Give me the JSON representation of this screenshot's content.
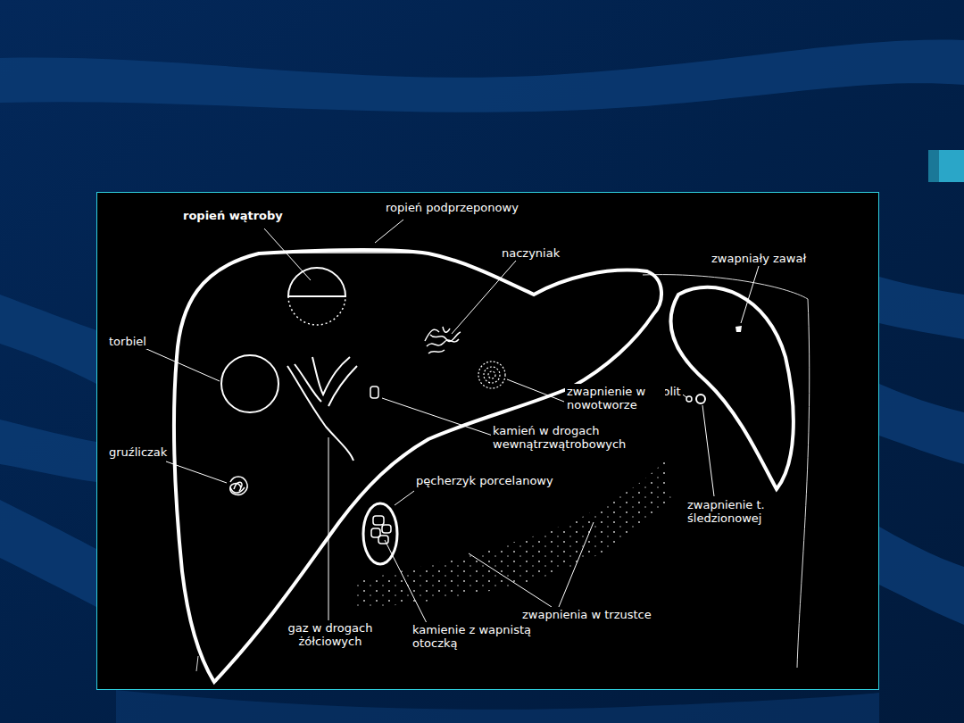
{
  "diagram": {
    "labels": [
      "ropień wątroby",
      "ropień podprzeponowy",
      "naczyniak",
      "zwapniały zawał",
      "torbiel",
      "flebolit",
      "zwapnienie w nowotworze",
      "kamień w drogach wewnątrzwątrobowych",
      "gruźliczak",
      "pęcherzyk porcelanowy",
      "zwapnienie t. śledzionowej",
      "zwapnienia w trzustce",
      "gaz w drogach żółciowych",
      "kamienie z wapnistą otoczką"
    ]
  }
}
